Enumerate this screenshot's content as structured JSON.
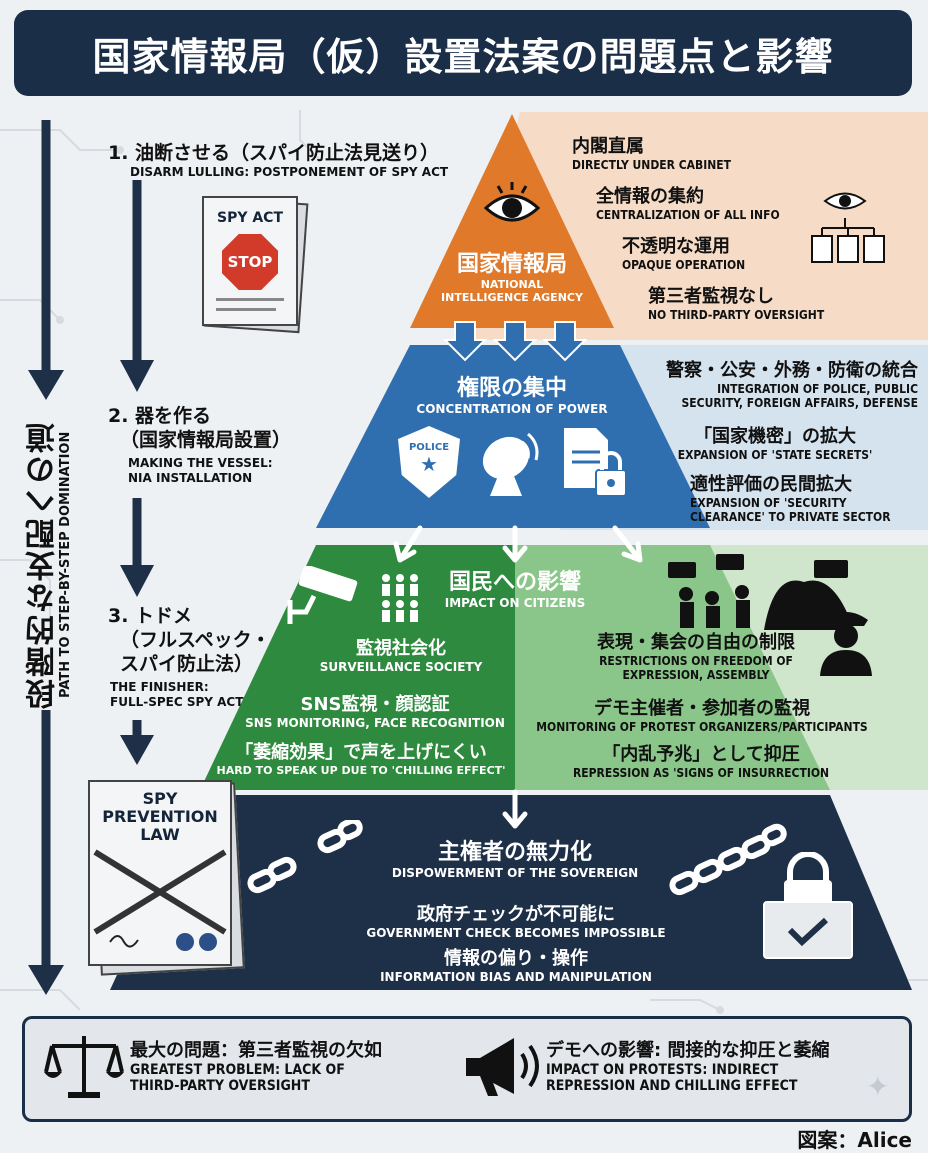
{
  "title": "国家情報局（仮）設置法案の問題点と影響",
  "path": {
    "jp": "段階的な支配への道",
    "en": "PATH TO STEP-BY-STEP DOMINATION"
  },
  "steps": [
    {
      "jp": "1. 油断させる（スパイ防止法見送り）",
      "en": "DISARM LULLING: POSTPONEMENT OF SPY ACT"
    },
    {
      "jp1": "2. 器を作る",
      "jp2": "（国家情報局設置）",
      "en1": "MAKING THE VESSEL:",
      "en2": "NIA INSTALLATION"
    },
    {
      "jp1": "3. トドメ",
      "jp2": "（フルスペック・",
      "jp3": "スパイ防止法）",
      "en1": "THE FINISHER:",
      "en2": "FULL-SPEC SPY ACT"
    }
  ],
  "doc_spy_act": {
    "label": "SPY ACT",
    "stop": "STOP"
  },
  "doc_spy_law": {
    "line1": "SPY",
    "line2": "PREVENTION",
    "line3": "LAW"
  },
  "agency": {
    "jp": "国家情報局",
    "en1": "NATIONAL",
    "en2": "INTELLIGENCE AGENCY"
  },
  "agency_features": [
    {
      "jp": "内閣直属",
      "en": "DIRECTLY UNDER CABINET"
    },
    {
      "jp": "全情報の集約",
      "en": "CENTRALIZATION OF ALL INFO"
    },
    {
      "jp": "不透明な運用",
      "en": "OPAQUE OPERATION"
    },
    {
      "jp": "第三者監視なし",
      "en": "NO THIRD-PARTY OVERSIGHT"
    }
  ],
  "power": {
    "jp": "権限の集中",
    "en": "CONCENTRATION OF POWER",
    "police_badge": "POLICE"
  },
  "power_features": [
    {
      "jp": "警察・公安・外務・防衛の統合",
      "en1": "INTEGRATION OF POLICE, PUBLIC",
      "en2": "SECURITY, FOREIGN AFFAIRS, DEFENSE"
    },
    {
      "jp": "「国家機密」の拡大",
      "en1": "EXPANSION OF 'STATE SECRETS'",
      "en2": ""
    },
    {
      "jp": "適性評価の民間拡大",
      "en1": "EXPANSION OF 'SECURITY",
      "en2": "CLEARANCE' TO PRIVATE SECTOR"
    }
  ],
  "citizens": {
    "jp": "国民への影響",
    "en": "IMPACT ON CITIZENS"
  },
  "citizens_left": [
    {
      "jp": "監視社会化",
      "en": "SURVEILLANCE SOCIETY"
    },
    {
      "jp": "SNS監視・顔認証",
      "en": "SNS MONITORING, FACE RECOGNITION"
    },
    {
      "jp": "「萎縮効果」で声を上げにくい",
      "en": "HARD TO SPEAK UP DUE TO 'CHILLING EFFECT'"
    }
  ],
  "citizens_right": [
    {
      "jp": "表現・集会の自由の制限",
      "en1": "RESTRICTIONS ON FREEDOM OF",
      "en2": "EXPRESSION, ASSEMBLY"
    },
    {
      "jp": "デモ主催者・参加者の監視",
      "en1": "MONITORING OF PROTEST ORGANIZERS/PARTICIPANTS",
      "en2": ""
    },
    {
      "jp": "「内乱予兆」として抑圧",
      "en1": "REPRESSION AS 'SIGNS OF INSURRECTION",
      "en2": ""
    }
  ],
  "sovereign": {
    "jp": "主権者の無力化",
    "en": "DISPOWERMENT OF THE SOVEREIGN"
  },
  "sovereign_items": [
    {
      "jp": "政府チェックが不可能に",
      "en": "GOVERNMENT CHECK BECOMES IMPOSSIBLE"
    },
    {
      "jp": "情報の偏り・操作",
      "en": "INFORMATION BIAS AND MANIPULATION"
    }
  ],
  "summary": [
    {
      "jp": "最大の問題：第三者監視の欠如",
      "en1": "GREATEST PROBLEM: LACK OF",
      "en2": "THIRD-PARTY OVERSIGHT"
    },
    {
      "jp": "デモへの影響: 間接的な抑圧と萎縮",
      "en1": "IMPACT ON PROTESTS: INDIRECT",
      "en2": "REPRESSION AND CHILLING EFFECT"
    }
  ],
  "credit": "図案：Alice",
  "colors": {
    "navy": "#1b2e47",
    "orange": "#e07a2a",
    "blue": "#2f6fb0",
    "green": "#2e8a3e",
    "dark": "#1e3048"
  }
}
